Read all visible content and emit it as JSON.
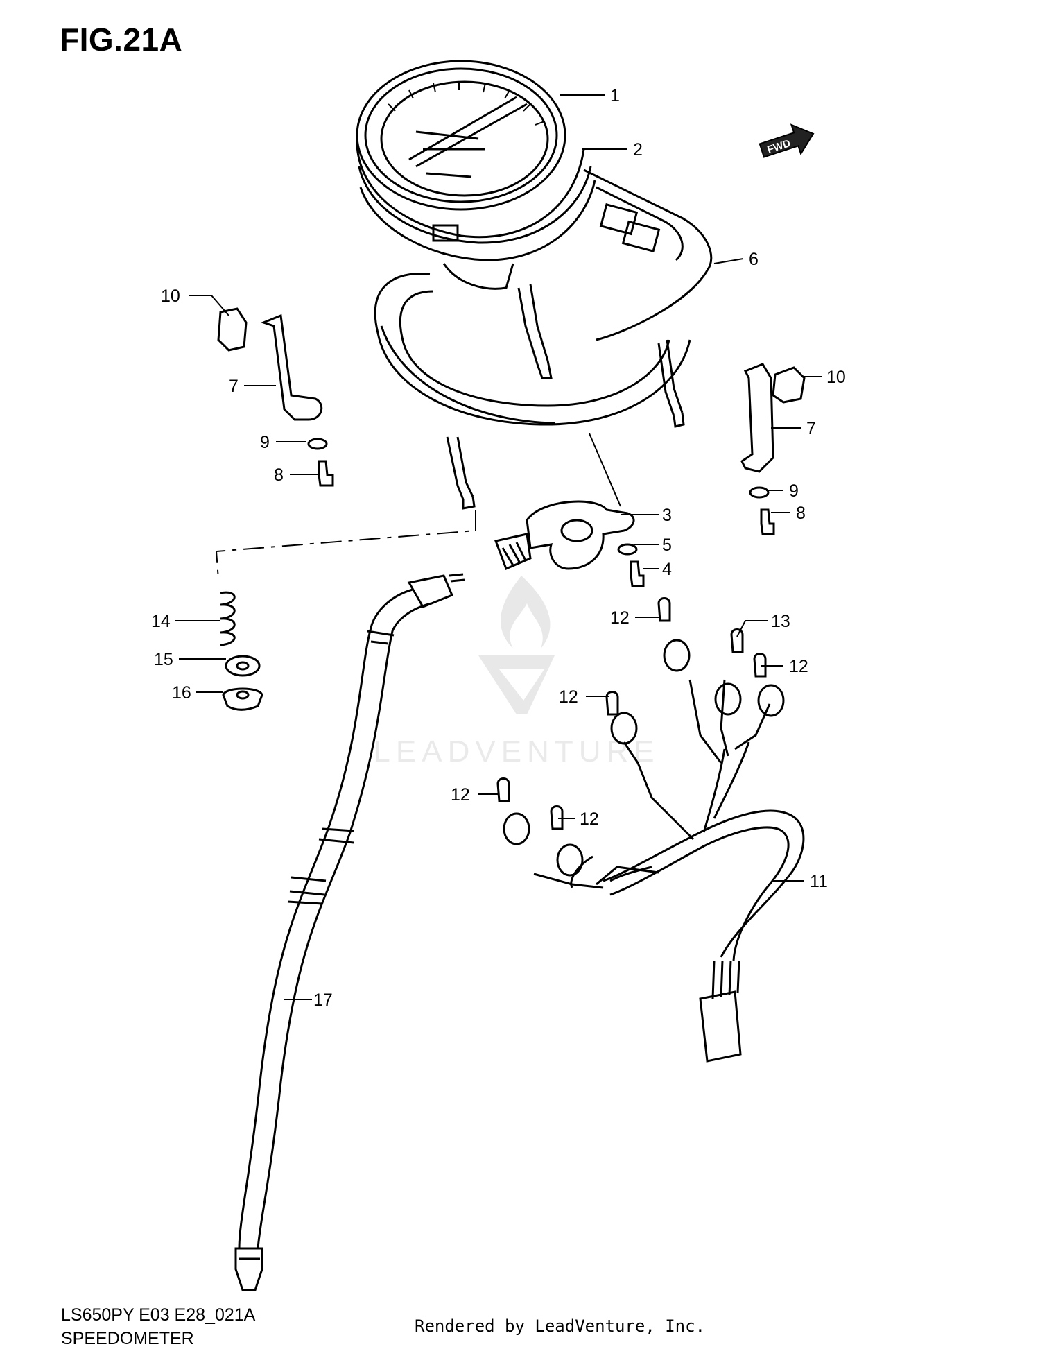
{
  "figure": {
    "title": "FIG.21A",
    "model_code": "LS650PY E03 E28_021A",
    "section_name": "SPEEDOMETER",
    "credit": "Rendered by LeadVenture, Inc.",
    "watermark": "LEADVENTURE",
    "direction_badge": "FWD"
  },
  "callouts": [
    "1",
    "2",
    "6",
    "10",
    "7",
    "9",
    "8",
    "10",
    "7",
    "3",
    "5",
    "4",
    "9",
    "8",
    "14",
    "15",
    "16",
    "12",
    "13",
    "12",
    "12",
    "12",
    "12",
    "11",
    "17"
  ],
  "colors": {
    "line": "#000000",
    "watermark": "#d8d8d8",
    "background": "#ffffff"
  }
}
